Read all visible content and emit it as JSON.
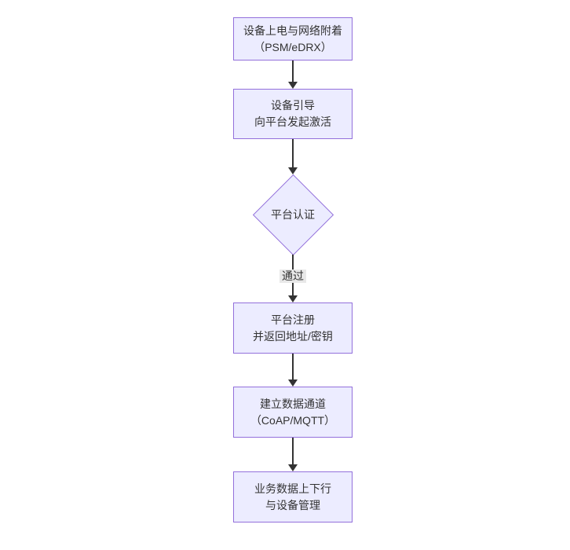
{
  "diagram": {
    "type": "flowchart",
    "direction": "top-down",
    "colors": {
      "node_fill": "#ECECFF",
      "node_border": "#9370DB",
      "text": "#333333",
      "arrow": "#333333",
      "edge_label_bg": "#e8e8e8",
      "background": "#ffffff"
    },
    "nodes": [
      {
        "id": "n1",
        "shape": "rect",
        "lines": [
          "设备上电与网络附着",
          "（PSM/eDRX）"
        ]
      },
      {
        "id": "n2",
        "shape": "rect",
        "lines": [
          "设备引导",
          "向平台发起激活"
        ]
      },
      {
        "id": "n3",
        "shape": "diamond",
        "lines": [
          "平台认证"
        ]
      },
      {
        "id": "n4",
        "shape": "rect",
        "lines": [
          "平台注册",
          "并返回地址/密钥"
        ]
      },
      {
        "id": "n5",
        "shape": "rect",
        "lines": [
          "建立数据通道",
          "（CoAP/MQTT）"
        ]
      },
      {
        "id": "n6",
        "shape": "rect",
        "lines": [
          "业务数据上下行",
          "与设备管理"
        ]
      }
    ],
    "edges": [
      {
        "from": "n1",
        "to": "n2",
        "label": ""
      },
      {
        "from": "n2",
        "to": "n3",
        "label": ""
      },
      {
        "from": "n3",
        "to": "n4",
        "label": "通过"
      },
      {
        "from": "n4",
        "to": "n5",
        "label": ""
      },
      {
        "from": "n5",
        "to": "n6",
        "label": ""
      }
    ]
  }
}
